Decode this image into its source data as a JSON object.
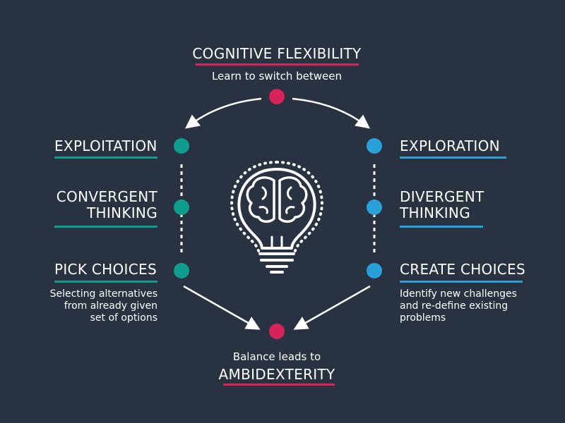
{
  "colors": {
    "background": "#283241",
    "magenta": "#d6245a",
    "teal": "#0f9d8e",
    "blue": "#2aa0d8",
    "white": "#ffffff"
  },
  "top": {
    "title": "COGNITIVE FLEXIBILITY",
    "subtitle": "Learn to switch between"
  },
  "left": {
    "item1": "EXPLOITATION",
    "item2": "CONVERGENT\nTHINKING",
    "item3": "PICK CHOICES",
    "description": "Selecting alternatives\nfrom already given\nset of options"
  },
  "right": {
    "item1": "EXPLORATION",
    "item2": "DIVERGENT\nTHINKING",
    "item3": "CREATE CHOICES",
    "description": "Identify new challenges\nand re-define existing\nproblems"
  },
  "bottom": {
    "subtitle": "Balance leads to",
    "title": "AMBIDEXTERITY"
  },
  "icons": {
    "center": "lightbulb-brain-icon"
  }
}
